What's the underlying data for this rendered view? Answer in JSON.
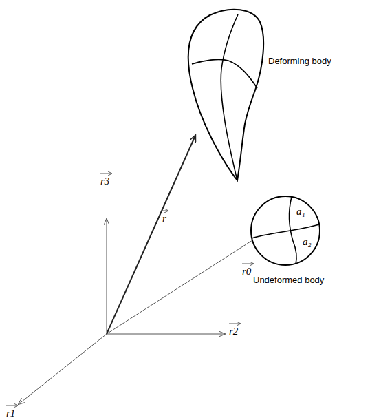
{
  "diagram": {
    "labels": [
      "Deforming body",
      "Undeformed body",
      "a₁",
      "a₂",
      "r3",
      "r2",
      "r1",
      "r0",
      "r"
    ]
  }
}
